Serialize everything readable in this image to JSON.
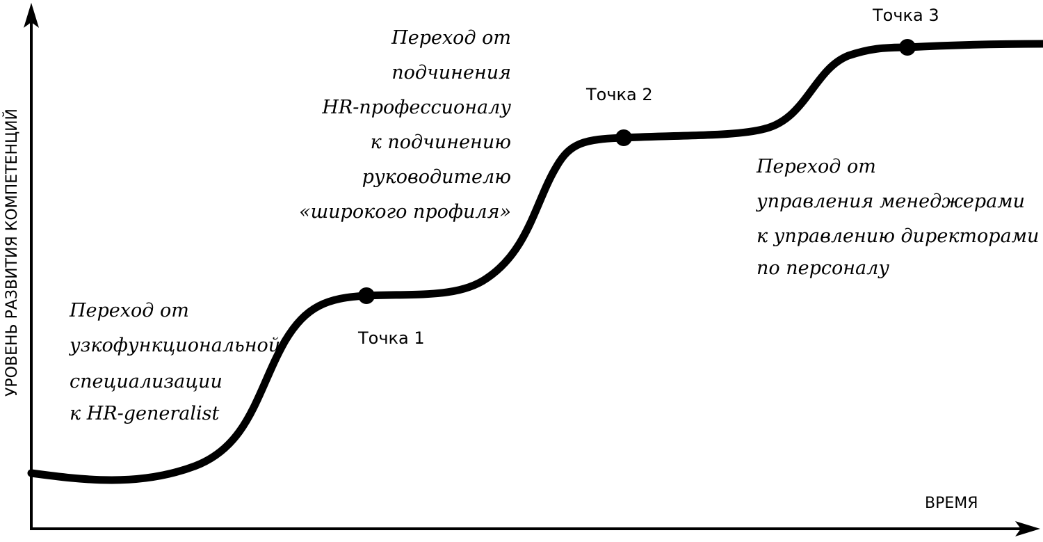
{
  "axes": {
    "y_label": "УРОВЕНЬ РАЗВИТИЯ КОМПЕТЕНЦИЙ",
    "x_label": "ВРЕМЯ"
  },
  "points": [
    {
      "label": "Точка 1"
    },
    {
      "label": "Точка 2"
    },
    {
      "label": "Точка 3"
    }
  ],
  "transitions": [
    {
      "lines": [
        "Переход от",
        "узкофункциональной",
        "специализации",
        "к HR-generalist"
      ]
    },
    {
      "lines": [
        "Переход от",
        "подчинения",
        "HR-профессионалу",
        "к подчинению",
        "руководителю",
        "«широкого профиля»"
      ]
    },
    {
      "lines": [
        "Переход от",
        "управления менеджерами",
        "к управлению директорами",
        "по персоналу"
      ]
    }
  ],
  "colors": {
    "ink": "#000000",
    "background": "#ffffff"
  }
}
